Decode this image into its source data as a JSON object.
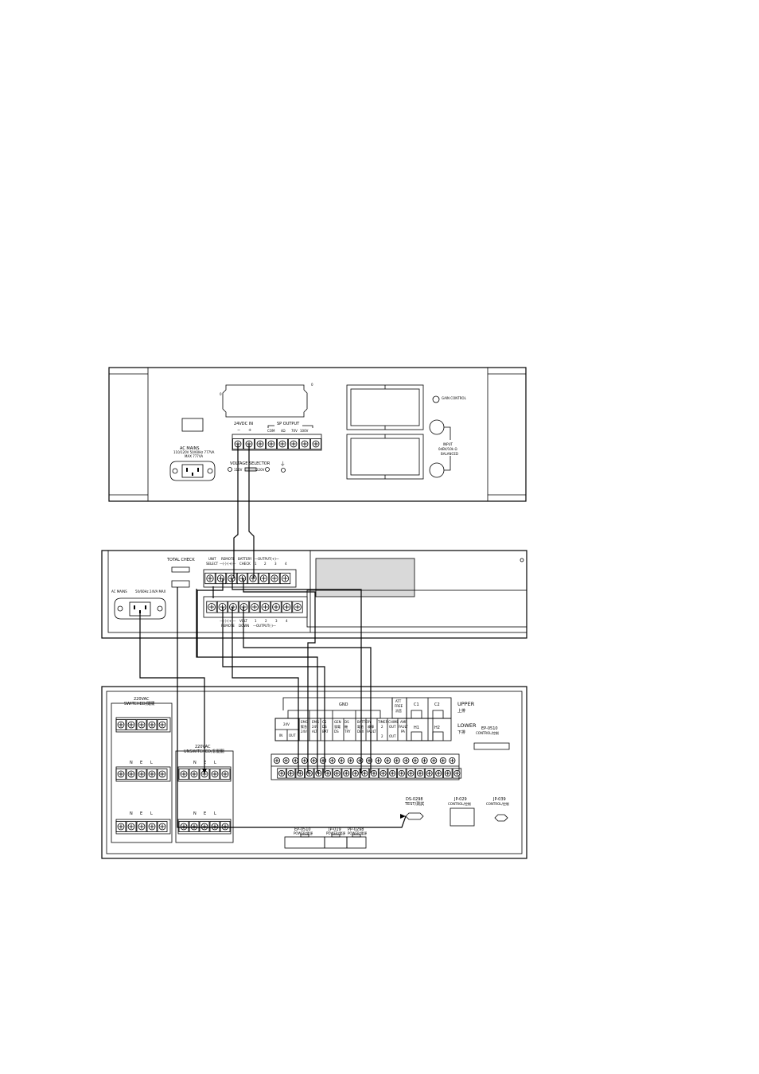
{
  "amplifier": {
    "terminal_24vdc_label": "24VDC IN",
    "terminal_24vdc_minus": "−",
    "terminal_24vdc_plus": "+",
    "sp_output_label": "SP OUTPUT",
    "sp_output_taps": [
      "COM",
      "4Ω",
      "70V",
      "100V"
    ],
    "ac_mains_label": "AC MAINS",
    "ac_mains_spec1": "110/120V 50/60Hz 777VA",
    "ac_mains_spec2": "MAX 777VA",
    "voltage_selector_label": "VOLTAGE SELECTOR",
    "voltage_selector_left": "110V",
    "voltage_selector_right": "220V",
    "ground_symbol": "⏚",
    "gain_control_label": "GAIN CONTROL",
    "input_label_1": "INPUT",
    "input_label_2": "0dBV/10k Ω",
    "input_label_3": "BALANCED",
    "marker_small_0": "0",
    "marker_small_1": "0"
  },
  "control_unit": {
    "total_check_label": "TOTAL CHECK",
    "unit_select_label_1": "UNIT",
    "unit_select_label_2": "SELECT",
    "remote_label_top": "REMOTE",
    "remote_bracket_top": "—(-)-(+)—",
    "battery_check_1": "BATTERY",
    "battery_check_2": "CHECK",
    "output_top_label": "—OUTPUT(+)—",
    "output_top_numbers": [
      "1",
      "2",
      "3",
      "4"
    ],
    "ac_mains_label": "AC MAINS",
    "ac_mains_spec": "50/60Hz 24VA MAX",
    "remote_bracket_bottom": "—(-)-(+)—",
    "remote_label_bottom": "REMOTE",
    "volt_down_1": "VOLT",
    "volt_down_2": "DOWN",
    "output_bottom_label": "—OUTPUT(-)—",
    "output_bottom_numbers": [
      "1",
      "2",
      "3",
      "4"
    ]
  },
  "power_unit": {
    "switched_label_1": "220VAC",
    "switched_label_2": "SWITCHED/開關",
    "nel_labels": [
      "N",
      "E",
      "L"
    ],
    "unswitched_label_1": "220VAC",
    "unswitched_label_2": "UNSWITCHED/非開關",
    "gnd_label": "GND",
    "att_label_1": "ATT",
    "att_label_2": "FREE",
    "att_label_3": "消音",
    "c1_label": "C1",
    "c2_label": "C2",
    "upper_label_1": "UPPER",
    "upper_label_2": "上排",
    "lower_label_1": "LOWER",
    "lower_label_2": "下排",
    "h1_label": "H1",
    "h2_label": "H2",
    "ep0510_control_1": "EP-0510",
    "ep0510_control_2": "CONTROL/控制",
    "cols": [
      {
        "top": "24V",
        "mid": "IN",
        "bot": ""
      },
      {
        "top": "",
        "mid": "OUT",
        "bot": ""
      },
      {
        "top": "EMG",
        "mid": "緊急",
        "bot": "24V"
      },
      {
        "top": "EMG",
        "mid": "24V",
        "bot": "ALT"
      },
      {
        "top": "CS",
        "mid": "DS",
        "bot": "BAT"
      },
      {
        "top": "GEN",
        "mid": "發電",
        "bot": "DS"
      },
      {
        "top": "DS",
        "mid": "機",
        "bot": "TRY"
      },
      {
        "top": "BATTERY",
        "mid": "電池",
        "bot": "DEX"
      },
      {
        "top": "",
        "mid": "故障",
        "bot": "FAULT"
      },
      {
        "top": "TIMER",
        "mid": "2",
        "bot": "2"
      },
      {
        "top": "CHIME",
        "mid": "OUT",
        "bot": "OUT"
      },
      {
        "top": "AMP",
        "mid": "FAULT",
        "bot": "PA"
      }
    ],
    "ds0298_label_1": "DS-0298",
    "ds0298_label_2": "TEST/測試",
    "jp029_label_1": "JP-029",
    "jp029_label_2": "CONTROL/控制",
    "jp039_label_1": "JP-039",
    "jp039_label_2": "CONTROL/控制",
    "ep0510_power_1": "EP-0510",
    "ep0510_power_2": "POWER/電源",
    "jp019_power_1": "JP-019",
    "jp019_power_2": "POWER/電源",
    "pp0298_power_1": "PP-0298",
    "pp0298_power_2": "POWER/電源"
  }
}
